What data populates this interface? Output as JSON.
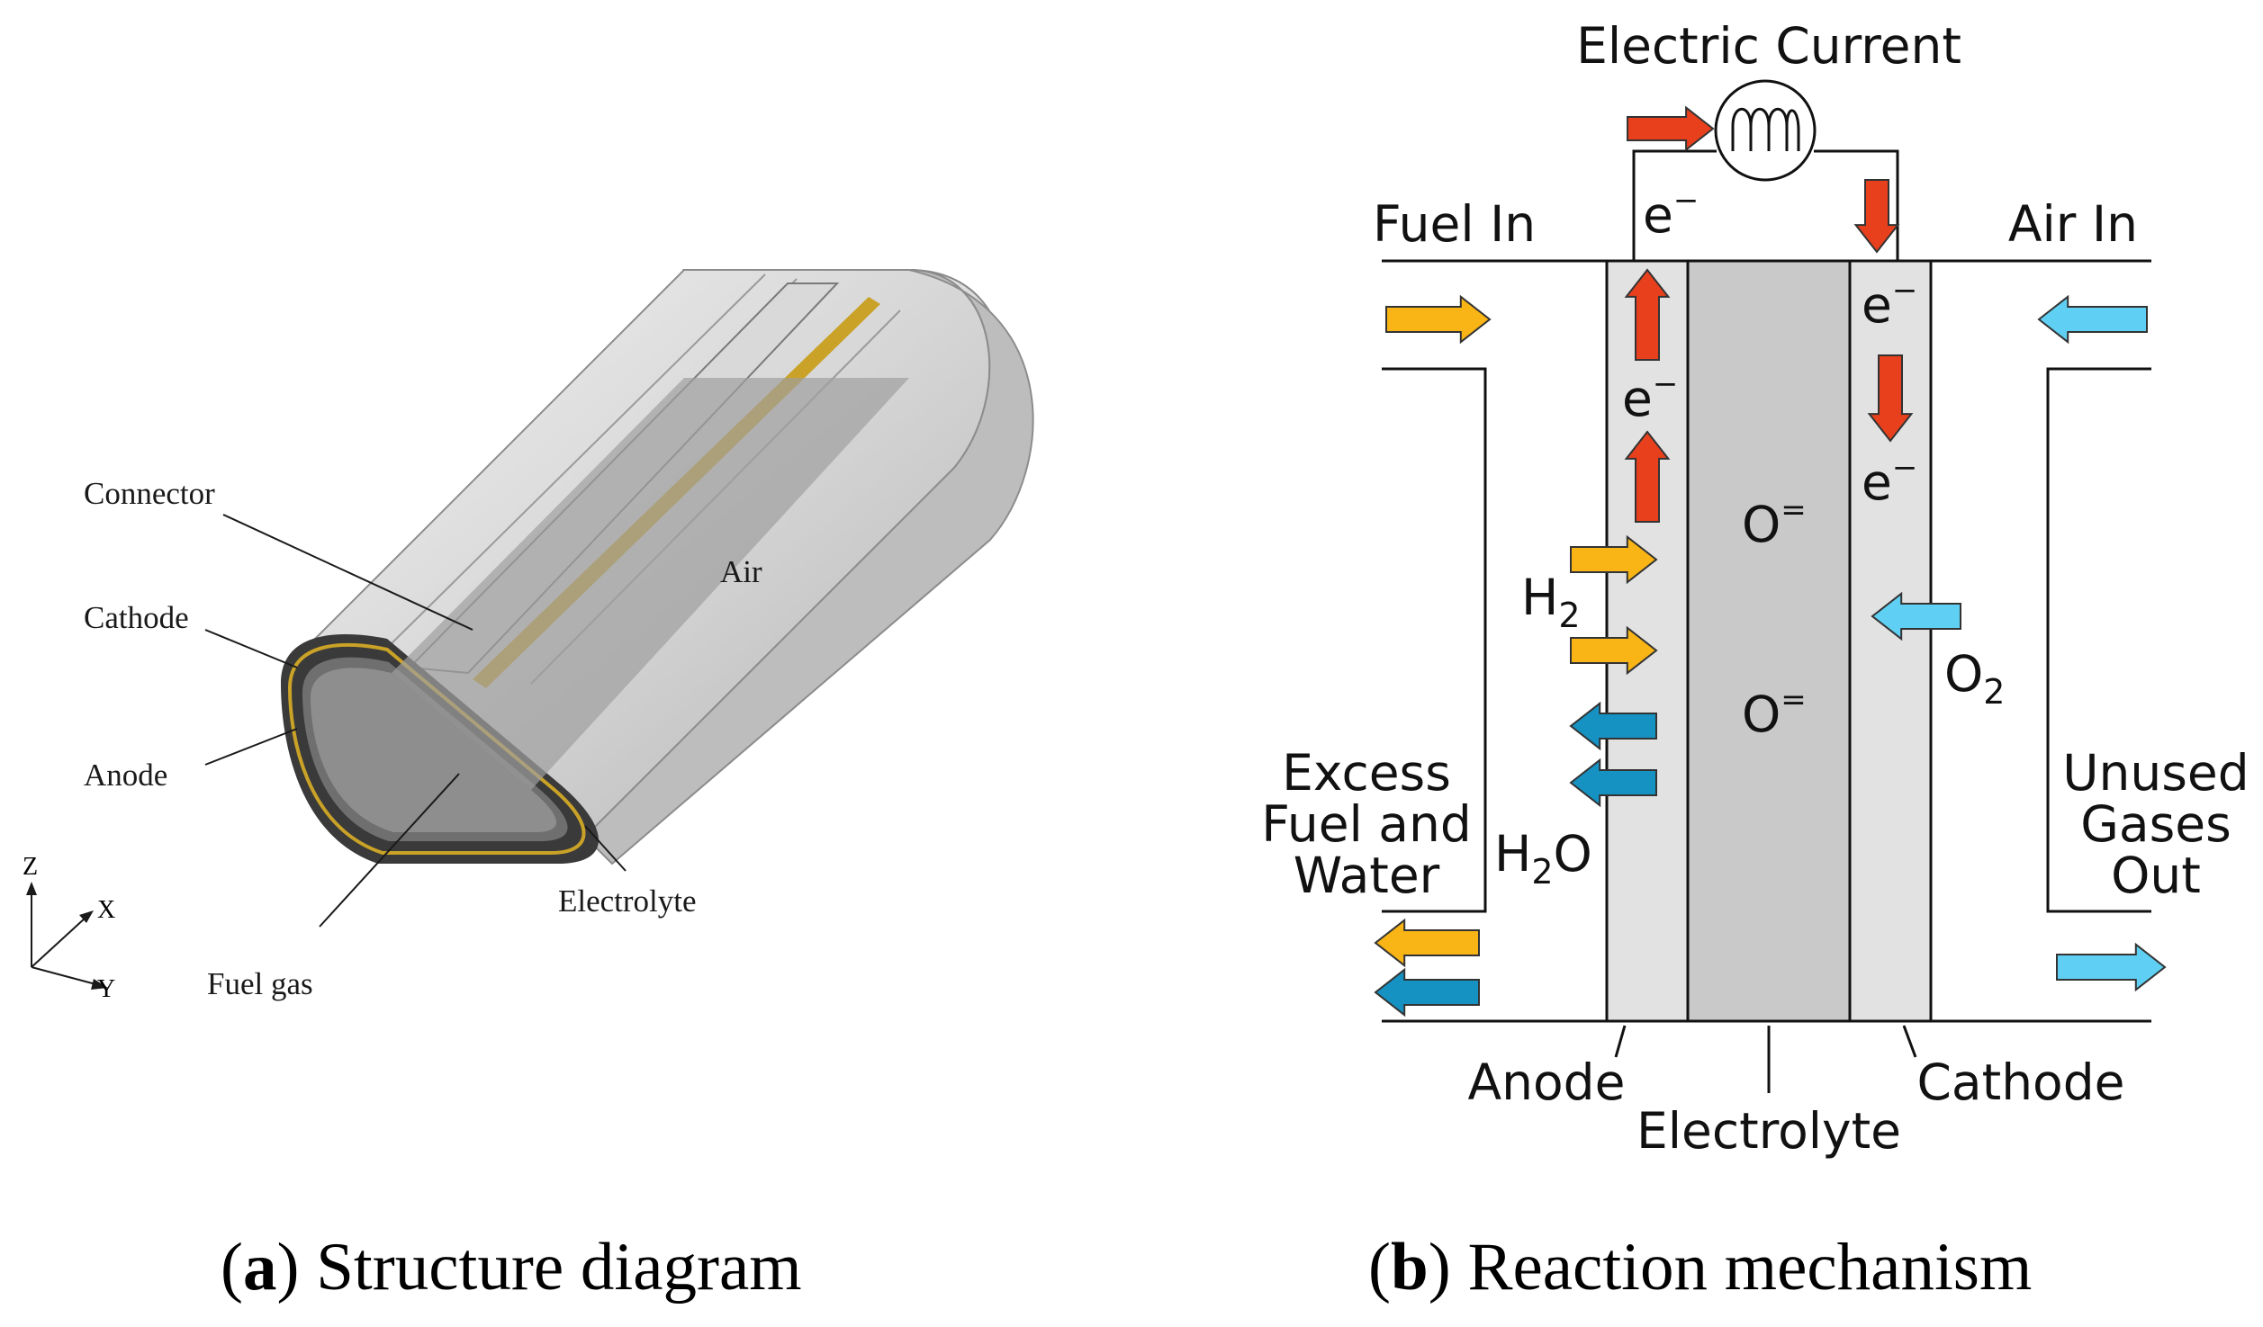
{
  "panel_a": {
    "labels": {
      "connector": "Connector",
      "cathode": "Cathode",
      "anode": "Anode",
      "fuel_gas": "Fuel gas",
      "electrolyte": "Electrolyte",
      "air": "Air"
    },
    "axes": {
      "z": "Z",
      "x": "X",
      "y": "Y"
    },
    "caption": {
      "letter": "a",
      "text": "Structure diagram"
    }
  },
  "panel_b": {
    "electric_current": "Electric Current",
    "fuel_in": "Fuel In",
    "air_in": "Air In",
    "electron": "e",
    "electron_sup": "−",
    "oxide": "O",
    "oxide_sup": "=",
    "h2": "H",
    "h2_sub": "2",
    "h2o_h": "H",
    "h2o_sub": "2",
    "h2o_o": "O",
    "o2": "O",
    "o2_sub": "2",
    "excess": [
      "Excess",
      "Fuel and",
      "Water"
    ],
    "unused": [
      "Unused",
      "Gases",
      "Out"
    ],
    "anode": "Anode",
    "electrolyte": "Electrolyte",
    "cathode": "Cathode",
    "caption": {
      "letter": "b",
      "text": "Reaction mechanism"
    }
  },
  "colors": {
    "electron_arrow": "#e8401c",
    "fuel_arrow": "#f9b416",
    "water_arrow": "#1592c2",
    "air_arrow": "#5fd0f3",
    "electrode_fill": "#e2e2e2",
    "electrolyte_fill": "#c9c9c9",
    "tube_gray": "#c8c8c8",
    "electrolyte_gold": "#c9a227"
  }
}
